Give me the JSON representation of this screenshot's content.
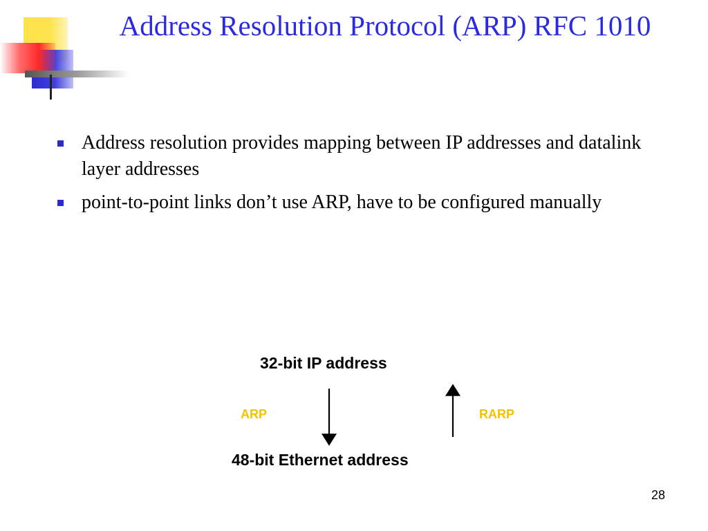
{
  "slide": {
    "title": "Address Resolution Protocol (ARP) RFC 1010",
    "bullets": [
      "Address resolution provides mapping between IP addresses and datalink layer addresses",
      "point-to-point links don’t use ARP, have to be configured manually"
    ],
    "page_number": "28"
  },
  "diagram": {
    "top_label": "32-bit IP address",
    "bottom_label": "48-bit Ethernet address",
    "down_arrow_label": "ARP",
    "up_arrow_label": "RARP"
  },
  "colors": {
    "title": "#2a2ae0",
    "bullet_marker": "#2a2ad0",
    "protocol_labels": "#f2c200"
  }
}
